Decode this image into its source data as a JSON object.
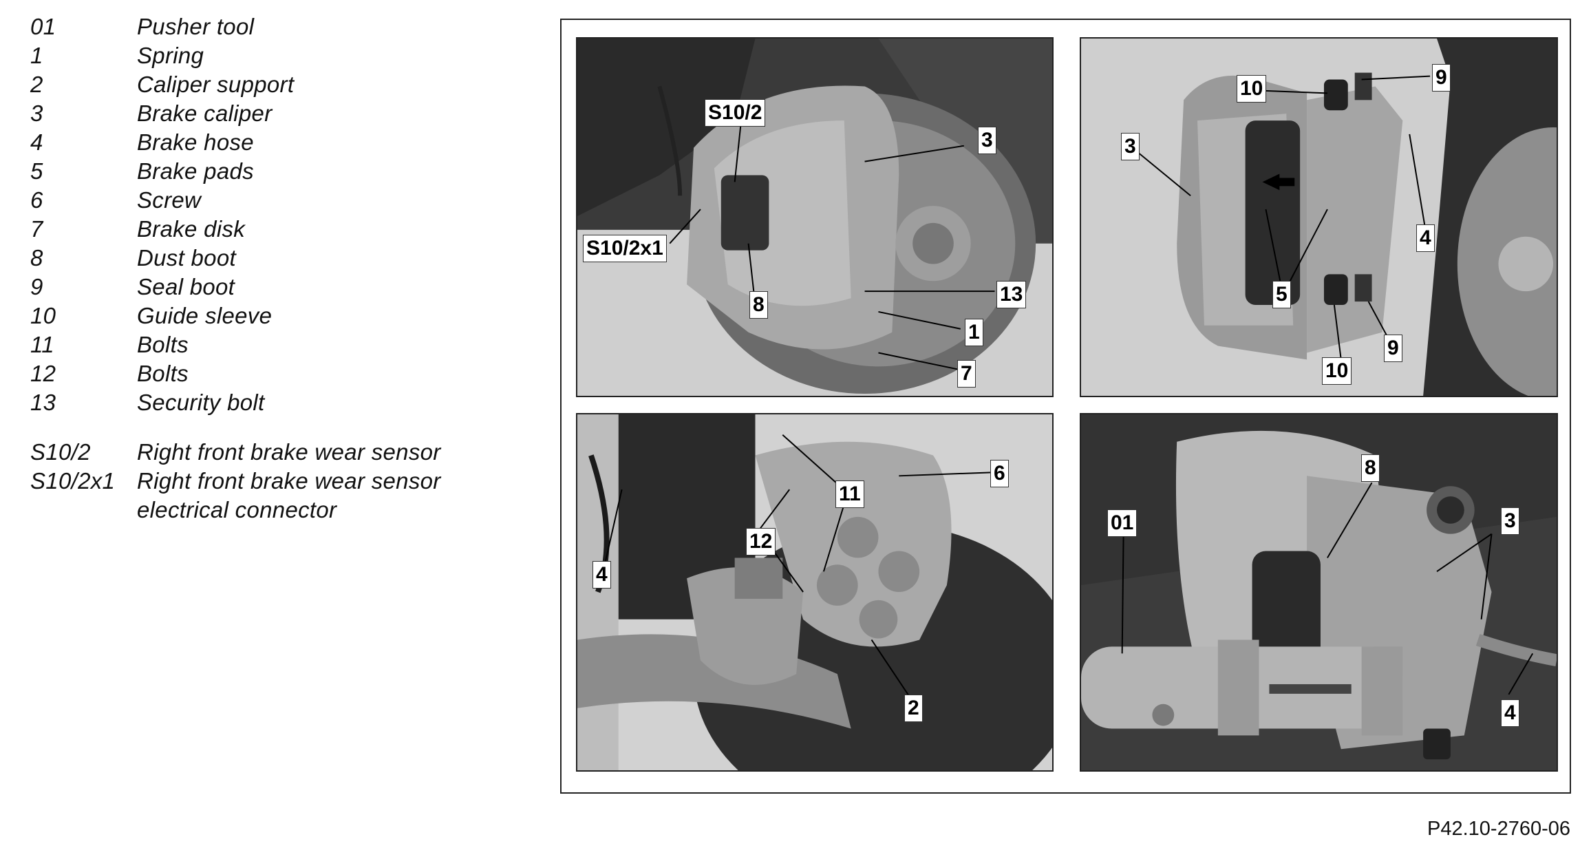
{
  "legend": [
    {
      "code": "01",
      "text": "Pusher tool"
    },
    {
      "code": "1",
      "text": "Spring"
    },
    {
      "code": "2",
      "text": "Caliper support"
    },
    {
      "code": "3",
      "text": "Brake caliper"
    },
    {
      "code": "4",
      "text": "Brake hose"
    },
    {
      "code": "5",
      "text": "Brake pads"
    },
    {
      "code": "6",
      "text": "Screw"
    },
    {
      "code": "7",
      "text": "Brake disk"
    },
    {
      "code": "8",
      "text": "Dust boot"
    },
    {
      "code": "9",
      "text": "Seal boot"
    },
    {
      "code": "10",
      "text": "Guide sleeve"
    },
    {
      "code": "11",
      "text": "Bolts"
    },
    {
      "code": "12",
      "text": "Bolts"
    },
    {
      "code": "13",
      "text": "Security bolt"
    }
  ],
  "sensors": [
    {
      "code": "S10/2",
      "text": "Right front brake wear sensor"
    },
    {
      "code": "S10/2x1",
      "text": "Right front brake wear sensor electrical connector"
    }
  ],
  "figure_ref": "P42.10-2760-06",
  "panels": {
    "top_left": {
      "labels": [
        "S10/2",
        "3",
        "S10/2x1",
        "8",
        "13",
        "1",
        "7"
      ]
    },
    "top_right": {
      "labels": [
        "10",
        "9",
        "3",
        "4",
        "5",
        "10",
        "9"
      ]
    },
    "bottom_left": {
      "labels": [
        "6",
        "11",
        "12",
        "4",
        "2"
      ]
    },
    "bottom_right": {
      "labels": [
        "8",
        "01",
        "3",
        "4"
      ]
    }
  }
}
